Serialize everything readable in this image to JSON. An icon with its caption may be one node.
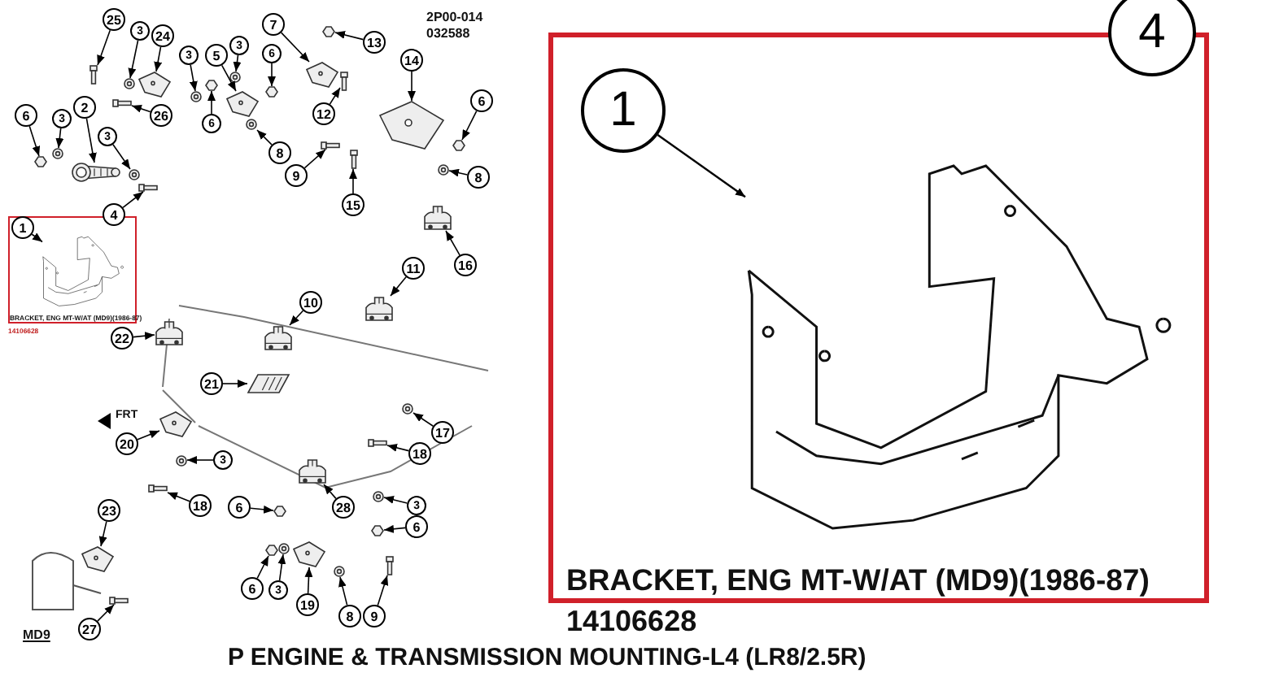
{
  "diagram": {
    "title": "P ENGINE & TRANSMISSION MOUNTING-L4 (LR8/2.5R)",
    "nodes": [
      {
        "text": [
          "25"
        ]
      },
      {
        "text": [
          "3"
        ]
      },
      {
        "text": [
          "24"
        ]
      },
      {
        "text": [
          "7"
        ]
      },
      {
        "text": [
          "13"
        ]
      },
      {
        "text": [
          "3"
        ]
      },
      {
        "text": [
          "6"
        ]
      },
      {
        "text": [
          "3"
        ]
      },
      {
        "text": [
          "5"
        ]
      },
      {
        "text": [
          "14"
        ]
      },
      {
        "text": [
          "2"
        ]
      },
      {
        "text": [
          "6"
        ]
      },
      {
        "text": [
          "12"
        ]
      },
      {
        "text": [
          "6"
        ]
      },
      {
        "text": [
          "26"
        ]
      },
      {
        "text": [
          "3"
        ]
      },
      {
        "text": [
          "6"
        ]
      },
      {
        "text": [
          "3"
        ]
      },
      {
        "text": [
          "8"
        ]
      },
      {
        "text": [
          "9"
        ]
      },
      {
        "text": [
          "8"
        ]
      },
      {
        "text": [
          "15"
        ]
      },
      {
        "text": [
          "4"
        ]
      },
      {
        "text": [
          "BRACKET, ENG MT-W/AT (MD9)(1986-87)"
        ],
        "beside": [
          "14106628"
        ]
      },
      {
        "text": [
          "1"
        ],
        "in": 23
      },
      {
        "text": [
          "16"
        ]
      },
      {
        "text": [
          "11"
        ]
      },
      {
        "text": [
          "10"
        ]
      },
      {
        "text": [
          "22"
        ]
      },
      {
        "text": [
          "21"
        ]
      },
      {
        "text": [
          "17"
        ]
      },
      {
        "text": [
          "20"
        ]
      },
      {
        "text": [
          "18"
        ]
      },
      {
        "text": [
          "3"
        ]
      },
      {
        "text": [
          "18"
        ]
      },
      {
        "text": [
          "6"
        ]
      },
      {
        "text": [
          "28"
        ]
      },
      {
        "text": [
          "3"
        ]
      },
      {
        "text": [
          "23"
        ]
      },
      {
        "text": [
          "6"
        ]
      },
      {
        "text": [
          "6"
        ]
      },
      {
        "text": [
          "3"
        ]
      },
      {
        "text": [
          "19"
        ]
      },
      {
        "text": [
          "8"
        ]
      },
      {
        "text": [
          "9"
        ]
      },
      {
        "text": [
          "27"
        ]
      },
      {
        "text": [
          "BRACKET, ENG MT-W/AT (MD9)(1986-87)"
        ],
        "beside": [
          "14106628"
        ]
      },
      {
        "text": [
          "1"
        ],
        "in": 46
      },
      {
        "text": [
          "4"
        ]
      },
      {
        "text": [],
        "shape": "picture"
      },
      {
        "text": [],
        "shape": "picture"
      },
      {
        "text": [],
        "shape": "picture"
      },
      {
        "text": [],
        "shape": "picture"
      },
      {
        "text": [],
        "shape": "hexagon"
      },
      {
        "text": [],
        "shape": "picture"
      },
      {
        "text": [],
        "shape": "hexagon"
      },
      {
        "text": [],
        "shape": "picture"
      },
      {
        "text": [],
        "shape": "picture"
      },
      {
        "text": [],
        "shape": "picture"
      },
      {
        "text": [],
        "shape": "picture"
      },
      {
        "text": [],
        "shape": "hexagon"
      },
      {
        "text": [],
        "shape": "picture"
      },
      {
        "text": [],
        "shape": "hexagon"
      },
      {
        "text": [],
        "shape": "picture"
      },
      {
        "text": [],
        "shape": "picture"
      },
      {
        "text": [],
        "shape": "hexagon"
      },
      {
        "text": [],
        "shape": "picture"
      },
      {
        "text": [],
        "shape": "picture"
      },
      {
        "text": [],
        "shape": "picture"
      },
      {
        "text": [],
        "shape": "picture"
      },
      {
        "text": [],
        "shape": "picture"
      },
      {
        "text": [],
        "shape": "picture"
      },
      {
        "text": [],
        "shape": "picture",
        "in": 23
      },
      {
        "text": [],
        "shape": "picture"
      },
      {
        "text": [],
        "shape": "picture"
      },
      {
        "text": [],
        "shape": "picture"
      },
      {
        "text": [],
        "shape": "picture"
      },
      {
        "text": [],
        "shape": "picture"
      },
      {
        "text": [],
        "shape": "picture"
      },
      {
        "text": [],
        "shape": "picture"
      },
      {
        "text": [],
        "shape": "picture"
      },
      {
        "text": [],
        "shape": "picture"
      },
      {
        "text": [],
        "shape": "picture"
      },
      {
        "text": [],
        "shape": "hexagon"
      },
      {
        "text": [],
        "shape": "picture"
      },
      {
        "text": [],
        "shape": "picture"
      },
      {
        "text": [],
        "shape": "picture"
      },
      {
        "text": [],
        "shape": "hexagon"
      },
      {
        "text": [],
        "shape": "hexagon"
      },
      {
        "text": [],
        "shape": "picture"
      },
      {
        "text": [],
        "shape": "picture"
      },
      {
        "text": [],
        "shape": "picture"
      },
      {
        "text": [],
        "shape": "picture"
      },
      {
        "text": [],
        "shape": "picture"
      },
      {
        "text": [],
        "shape": "picture",
        "in": 46
      }
    ],
    "edges": [
      {
        "from": 0,
        "to": 49,
        "arrow": "to"
      },
      {
        "from": 1,
        "to": 50,
        "arrow": "to"
      },
      {
        "from": 2,
        "to": 51,
        "arrow": "to"
      },
      {
        "from": 3,
        "to": 52,
        "arrow": "to"
      },
      {
        "from": 4,
        "to": 53,
        "arrow": "to"
      },
      {
        "from": 5,
        "to": 54,
        "arrow": "to"
      },
      {
        "from": 6,
        "to": 55,
        "arrow": "to"
      },
      {
        "from": 7,
        "to": 56,
        "arrow": "to"
      },
      {
        "from": 8,
        "to": 57,
        "arrow": "to"
      },
      {
        "from": 9,
        "to": 58,
        "arrow": "to"
      },
      {
        "from": 10,
        "to": 59,
        "arrow": "to"
      },
      {
        "from": 11,
        "to": 60,
        "arrow": "to"
      },
      {
        "from": 12,
        "to": 61,
        "arrow": "to"
      },
      {
        "from": 13,
        "to": 62,
        "arrow": "to"
      },
      {
        "from": 14,
        "to": 63,
        "arrow": "to"
      },
      {
        "from": 15,
        "to": 64,
        "arrow": "to"
      },
      {
        "from": 16,
        "to": 65,
        "arrow": "to"
      },
      {
        "from": 17,
        "to": 66,
        "arrow": "to"
      },
      {
        "from": 18,
        "to": 67,
        "arrow": "to"
      },
      {
        "from": 19,
        "to": 68,
        "arrow": "to"
      },
      {
        "from": 20,
        "to": 69,
        "arrow": "to"
      },
      {
        "from": 21,
        "to": 70,
        "arrow": "to"
      },
      {
        "from": 22,
        "to": 71,
        "arrow": "to"
      },
      {
        "from": 24,
        "to": 72,
        "arrow": "to"
      },
      {
        "from": 25,
        "to": 73,
        "arrow": "to"
      },
      {
        "from": 26,
        "to": 74,
        "arrow": "to"
      },
      {
        "from": 27,
        "to": 75,
        "arrow": "to"
      },
      {
        "from": 28,
        "to": 76,
        "arrow": "to"
      },
      {
        "from": 29,
        "to": 77,
        "arrow": "to"
      },
      {
        "from": 30,
        "to": 78,
        "arrow": "to"
      },
      {
        "from": 31,
        "to": 79,
        "arrow": "to"
      },
      {
        "from": 32,
        "to": 80,
        "arrow": "to"
      },
      {
        "from": 33,
        "to": 81,
        "arrow": "to"
      },
      {
        "from": 34,
        "to": 82,
        "arrow": "to"
      },
      {
        "from": 35,
        "to": 83,
        "arrow": "to"
      },
      {
        "from": 36,
        "to": 84,
        "arrow": "to"
      },
      {
        "from": 37,
        "to": 85,
        "arrow": "to"
      },
      {
        "from": 38,
        "to": 86,
        "arrow": "to"
      },
      {
        "from": 39,
        "to": 87,
        "arrow": "to"
      },
      {
        "from": 40,
        "to": 88,
        "arrow": "to"
      },
      {
        "from": 41,
        "to": 89,
        "arrow": "to"
      },
      {
        "from": 42,
        "to": 90,
        "arrow": "to"
      },
      {
        "from": 43,
        "to": 91,
        "arrow": "to"
      },
      {
        "from": 44,
        "to": 92,
        "arrow": "to"
      },
      {
        "from": 45,
        "to": 93,
        "arrow": "to"
      },
      {
        "from": 47,
        "to": 94,
        "arrow": "to"
      }
    ],
    "labels": [
      "2P00-014",
      "032588",
      "FRT",
      "MD9"
    ]
  }
}
